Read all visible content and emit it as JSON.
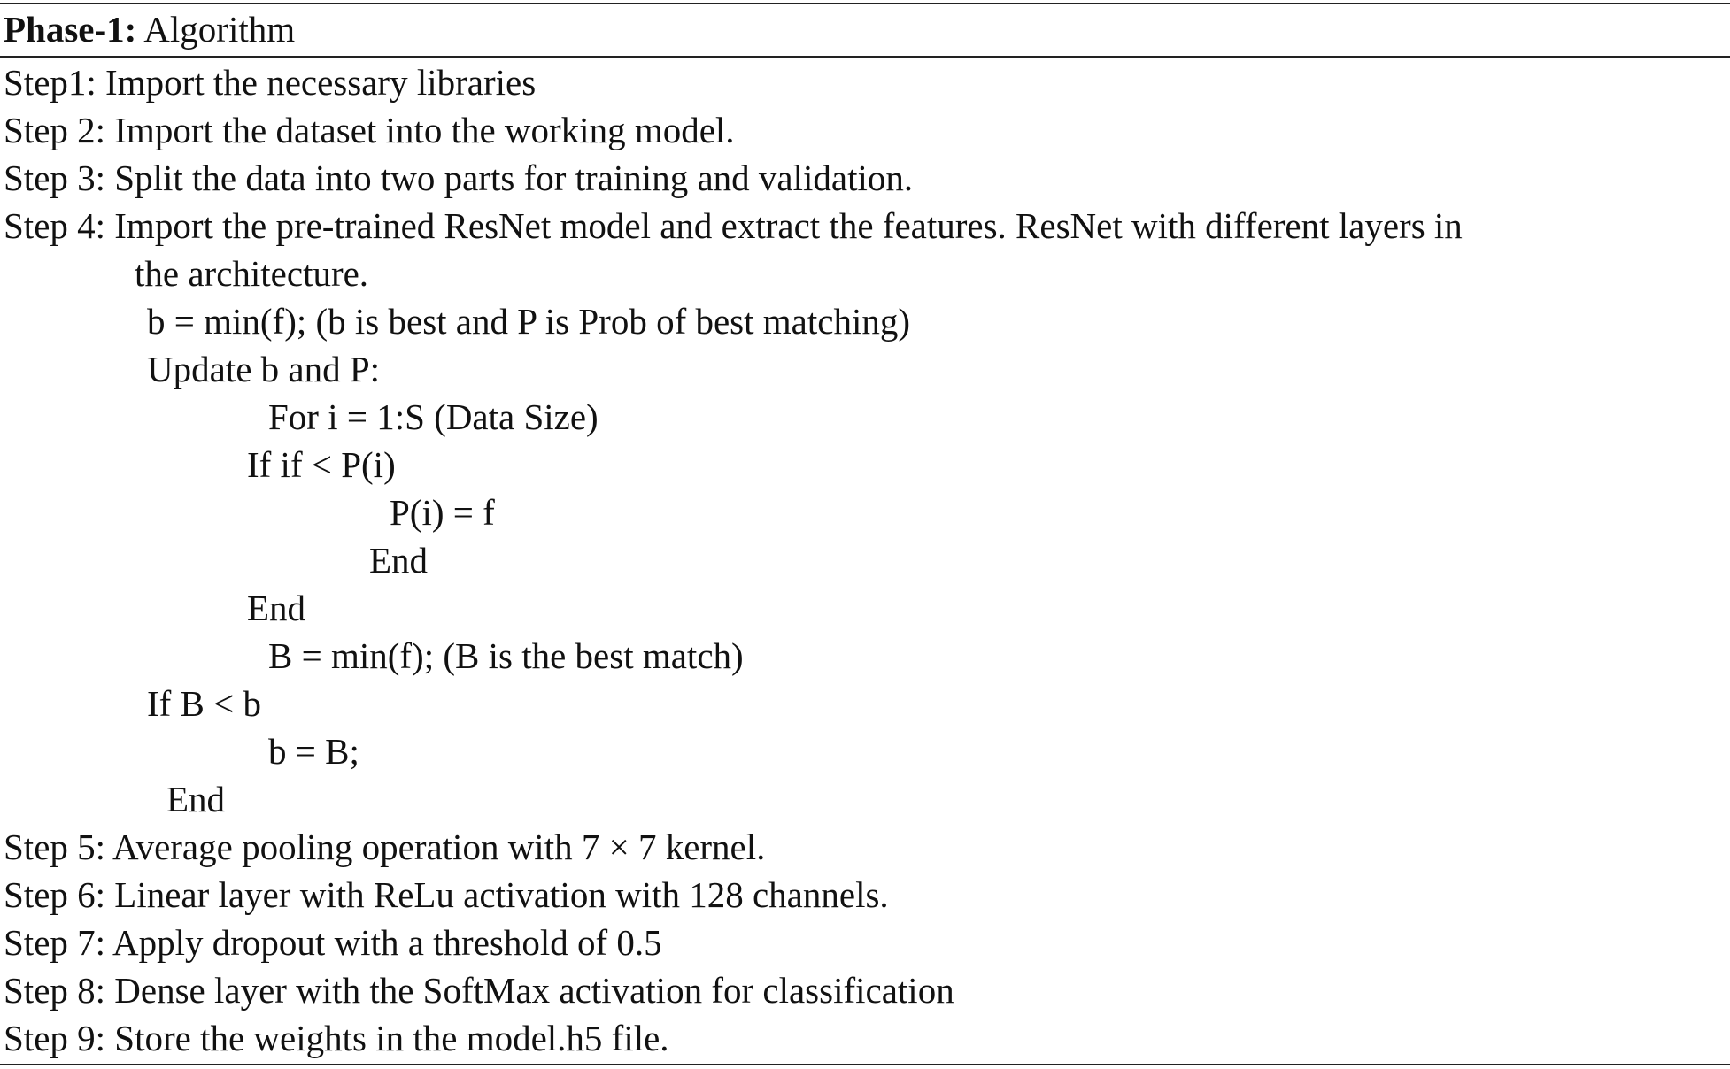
{
  "table": {
    "title_bold": "Phase-1:",
    "title_rest": " Algorithm",
    "lines": [
      {
        "indent": 4,
        "text": "Step1: Import the necessary libraries"
      },
      {
        "indent": 4,
        "text": "Step 2: Import the dataset into the working model."
      },
      {
        "indent": 4,
        "text": "Step 3: Split the data into two parts for training and validation."
      },
      {
        "indent": 4,
        "text": "Step 4: Import the pre-trained ResNet model and extract the features. ResNet with different layers in"
      },
      {
        "indent": 152,
        "text": "the architecture."
      },
      {
        "indent": 166,
        "text": "b = min(f); (b is best and P is Prob of best matching)"
      },
      {
        "indent": 166,
        "text": "Update b and P:"
      },
      {
        "indent": 303,
        "text": "For i = 1:S (Data Size)"
      },
      {
        "indent": 279,
        "text": "If if < P(i)"
      },
      {
        "indent": 440,
        "text": "P(i) = f"
      },
      {
        "indent": 417,
        "text": "End"
      },
      {
        "indent": 279,
        "text": "End"
      },
      {
        "indent": 303,
        "text": "B = min(f); (B is the best match)"
      },
      {
        "indent": 166,
        "text": "If B < b"
      },
      {
        "indent": 303,
        "text": "b = B;"
      },
      {
        "indent": 188,
        "text": "End"
      },
      {
        "indent": 4,
        "text": "Step 5: Average pooling operation with 7 × 7 kernel."
      },
      {
        "indent": 4,
        "text": "Step 6: Linear layer with ReLu activation with 128 channels."
      },
      {
        "indent": 4,
        "text": "Step 7: Apply dropout with a threshold of 0.5"
      },
      {
        "indent": 4,
        "text": "Step 8: Dense layer with the SoftMax activation for classification"
      },
      {
        "indent": 4,
        "text": "Step 9: Store the weights in the model.h5 file."
      }
    ]
  }
}
